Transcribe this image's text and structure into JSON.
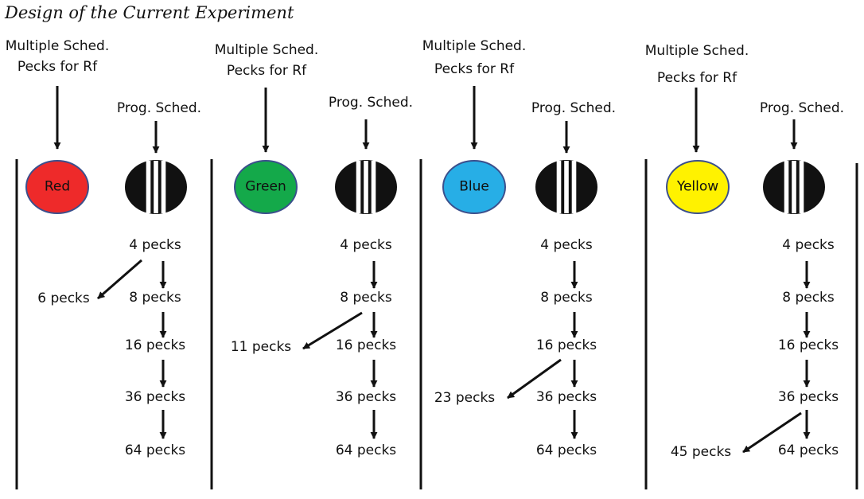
{
  "title": "Design of the Current Experiment",
  "colors": {
    "ink": "#111111",
    "disc_outline": "#3b4f8c",
    "stripe": "#ffffff"
  },
  "panels": [
    {
      "mult_line1": "Multiple Sched.",
      "mult_line2": "Pecks for Rf",
      "prog_label": "Prog. Sched.",
      "color_name": "Red",
      "color_hex": "#ee2a2a",
      "steps": [
        "4 pecks",
        "8 pecks",
        "16 pecks",
        "36 pecks",
        "64 pecks"
      ],
      "probe": "6 pecks",
      "probe_from_step": 0
    },
    {
      "mult_line1": "Multiple Sched.",
      "mult_line2": "Pecks for Rf",
      "prog_label": "Prog. Sched.",
      "color_name": "Green",
      "color_hex": "#14a94a",
      "steps": [
        "4 pecks",
        "8 pecks",
        "16 pecks",
        "36 pecks",
        "64 pecks"
      ],
      "probe": "11 pecks",
      "probe_from_step": 1
    },
    {
      "mult_line1": "Multiple Sched.",
      "mult_line2": "Pecks for Rf",
      "prog_label": "Prog. Sched.",
      "color_name": "Blue",
      "color_hex": "#27aee6",
      "steps": [
        "4 pecks",
        "8 pecks",
        "16 pecks",
        "36 pecks",
        "64 pecks"
      ],
      "probe": "23 pecks",
      "probe_from_step": 2
    },
    {
      "mult_line1": "Multiple Sched.",
      "mult_line2": "Pecks for Rf",
      "prog_label": "Prog. Sched.",
      "color_name": "Yellow",
      "color_hex": "#fff200",
      "steps": [
        "4 pecks",
        "8 pecks",
        "16 pecks",
        "36 pecks",
        "64 pecks"
      ],
      "probe": "45 pecks",
      "probe_from_step": 3
    }
  ]
}
